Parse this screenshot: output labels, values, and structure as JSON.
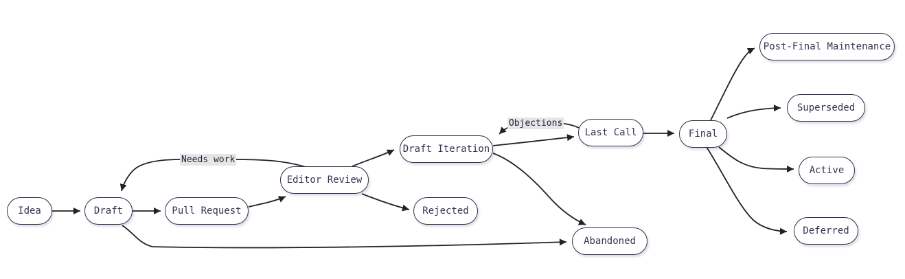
{
  "diagram": {
    "type": "flowchart",
    "direction": "LR",
    "nodes": {
      "idea": {
        "label": "Idea"
      },
      "draft": {
        "label": "Draft"
      },
      "pull_request": {
        "label": "Pull Request"
      },
      "editor_review": {
        "label": "Editor Review"
      },
      "rejected": {
        "label": "Rejected"
      },
      "draft_iteration": {
        "label": "Draft Iteration"
      },
      "last_call": {
        "label": "Last Call"
      },
      "final": {
        "label": "Final"
      },
      "post_final_maintenance": {
        "label": "Post-Final Maintenance"
      },
      "superseded": {
        "label": "Superseded"
      },
      "active": {
        "label": "Active"
      },
      "deferred": {
        "label": "Deferred"
      },
      "abandoned": {
        "label": "Abandoned"
      }
    },
    "edge_labels": {
      "needs_work": "Needs work",
      "objections": "Objections"
    },
    "edges": [
      {
        "from": "Idea",
        "to": "Draft"
      },
      {
        "from": "Draft",
        "to": "Pull Request"
      },
      {
        "from": "Pull Request",
        "to": "Editor Review"
      },
      {
        "from": "Editor Review",
        "to": "Draft",
        "label": "Needs work"
      },
      {
        "from": "Editor Review",
        "to": "Draft Iteration"
      },
      {
        "from": "Editor Review",
        "to": "Rejected"
      },
      {
        "from": "Draft Iteration",
        "to": "Last Call"
      },
      {
        "from": "Last Call",
        "to": "Draft Iteration",
        "label": "Objections"
      },
      {
        "from": "Last Call",
        "to": "Final"
      },
      {
        "from": "Final",
        "to": "Post-Final Maintenance"
      },
      {
        "from": "Final",
        "to": "Superseded"
      },
      {
        "from": "Final",
        "to": "Active"
      },
      {
        "from": "Final",
        "to": "Deferred"
      },
      {
        "from": "Draft",
        "to": "Abandoned"
      },
      {
        "from": "Draft Iteration",
        "to": "Abandoned"
      }
    ],
    "colors": {
      "background": "#ffffff",
      "node_fill": "#ffffff",
      "node_border": "#30304f",
      "node_text": "#343453",
      "edge_stroke": "#222222",
      "edge_label_bg": "#e6e6e6",
      "edge_label_text": "#20203a"
    }
  }
}
